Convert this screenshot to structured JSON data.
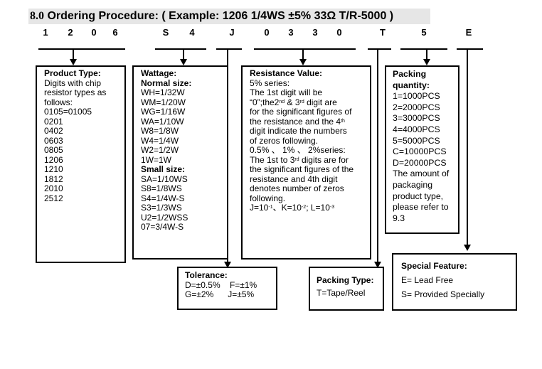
{
  "title": {
    "prefix": "8.0",
    "text": "Ordering Procedure: ( Example: 1206   1/4WS   ±5%   33Ω   T/R-5000 )"
  },
  "code_chars": [
    "1",
    "2",
    "0",
    "6",
    "S",
    "4",
    "J",
    "0",
    "3",
    "3",
    "0",
    "T",
    "5",
    "E"
  ],
  "product_type": {
    "heading": "Product Type:",
    "lines": [
      "Digits with chip",
      "resistor types as",
      "follows:",
      "0105=01005",
      "0201",
      "0402",
      "0603",
      "0805",
      "1206",
      "1210",
      "1812",
      "2010",
      "2512"
    ]
  },
  "wattage": {
    "heading": "Wattage:",
    "normal_heading": "Normal size:",
    "normal": [
      "WH=1/32W",
      "WM=1/20W",
      "WG=1/16W",
      "WA=1/10W",
      "W8=1/8W",
      "W4=1/4W",
      "W2=1/2W",
      "1W=1W"
    ],
    "small_heading": "Small size:",
    "small": [
      "SA=1/10WS",
      "S8=1/8WS",
      "S4=1/4W-S",
      "S3=1/3WS",
      "U2=1/2WSS",
      "07=3/4W-S"
    ]
  },
  "resistance": {
    "heading": "Resistance Value:",
    "series5": "5% series:",
    "l1": "The 1st digit will be",
    "l2a": "“0”;the2",
    "l2sup": "nd",
    "l2b": " & 3",
    "l2sup2": "rd",
    "l2c": " digit are",
    "l3": "for the significant figures of",
    "l4a": "the resistance and the 4",
    "l4sup": "th",
    "l5": "digit indicate the numbers",
    "l6": "of zeros following.",
    "series_other": "0.5% 、 1% 、 2%series:",
    "l7a": "The 1st to 3",
    "l7sup": "rd",
    "l7b": " digits are for",
    "l8": "the significant figures of the",
    "l9": "resistance and 4th digit",
    "l10": "denotes number of zeros",
    "l11": "following.",
    "l12a": "J=10",
    "l12sup1": "-1",
    "l12b": "、K=10",
    "l12sup2": "-2",
    "l12c": "; L=10",
    "l12sup3": "-3"
  },
  "packing_quantity": {
    "heading1": "Packing",
    "heading2": "quantity:",
    "lines": [
      "1=1000PCS",
      "2=2000PCS",
      "3=3000PCS",
      "4=4000PCS",
      "5=5000PCS",
      "C=10000PCS",
      "D=20000PCS",
      "The amount of",
      "packaging",
      "product type,",
      "please refer to",
      "9.3"
    ]
  },
  "tolerance": {
    "heading": "Tolerance:",
    "row1": "D=±0.5%    F=±1%",
    "row2": "G=±2%      J=±5%"
  },
  "packing_type": {
    "heading": "Packing Type:",
    "line": "T=Tape/Reel"
  },
  "special_feature": {
    "heading": "Special Feature:",
    "lines": [
      "E= Lead Free",
      "S= Provided Specially"
    ]
  }
}
